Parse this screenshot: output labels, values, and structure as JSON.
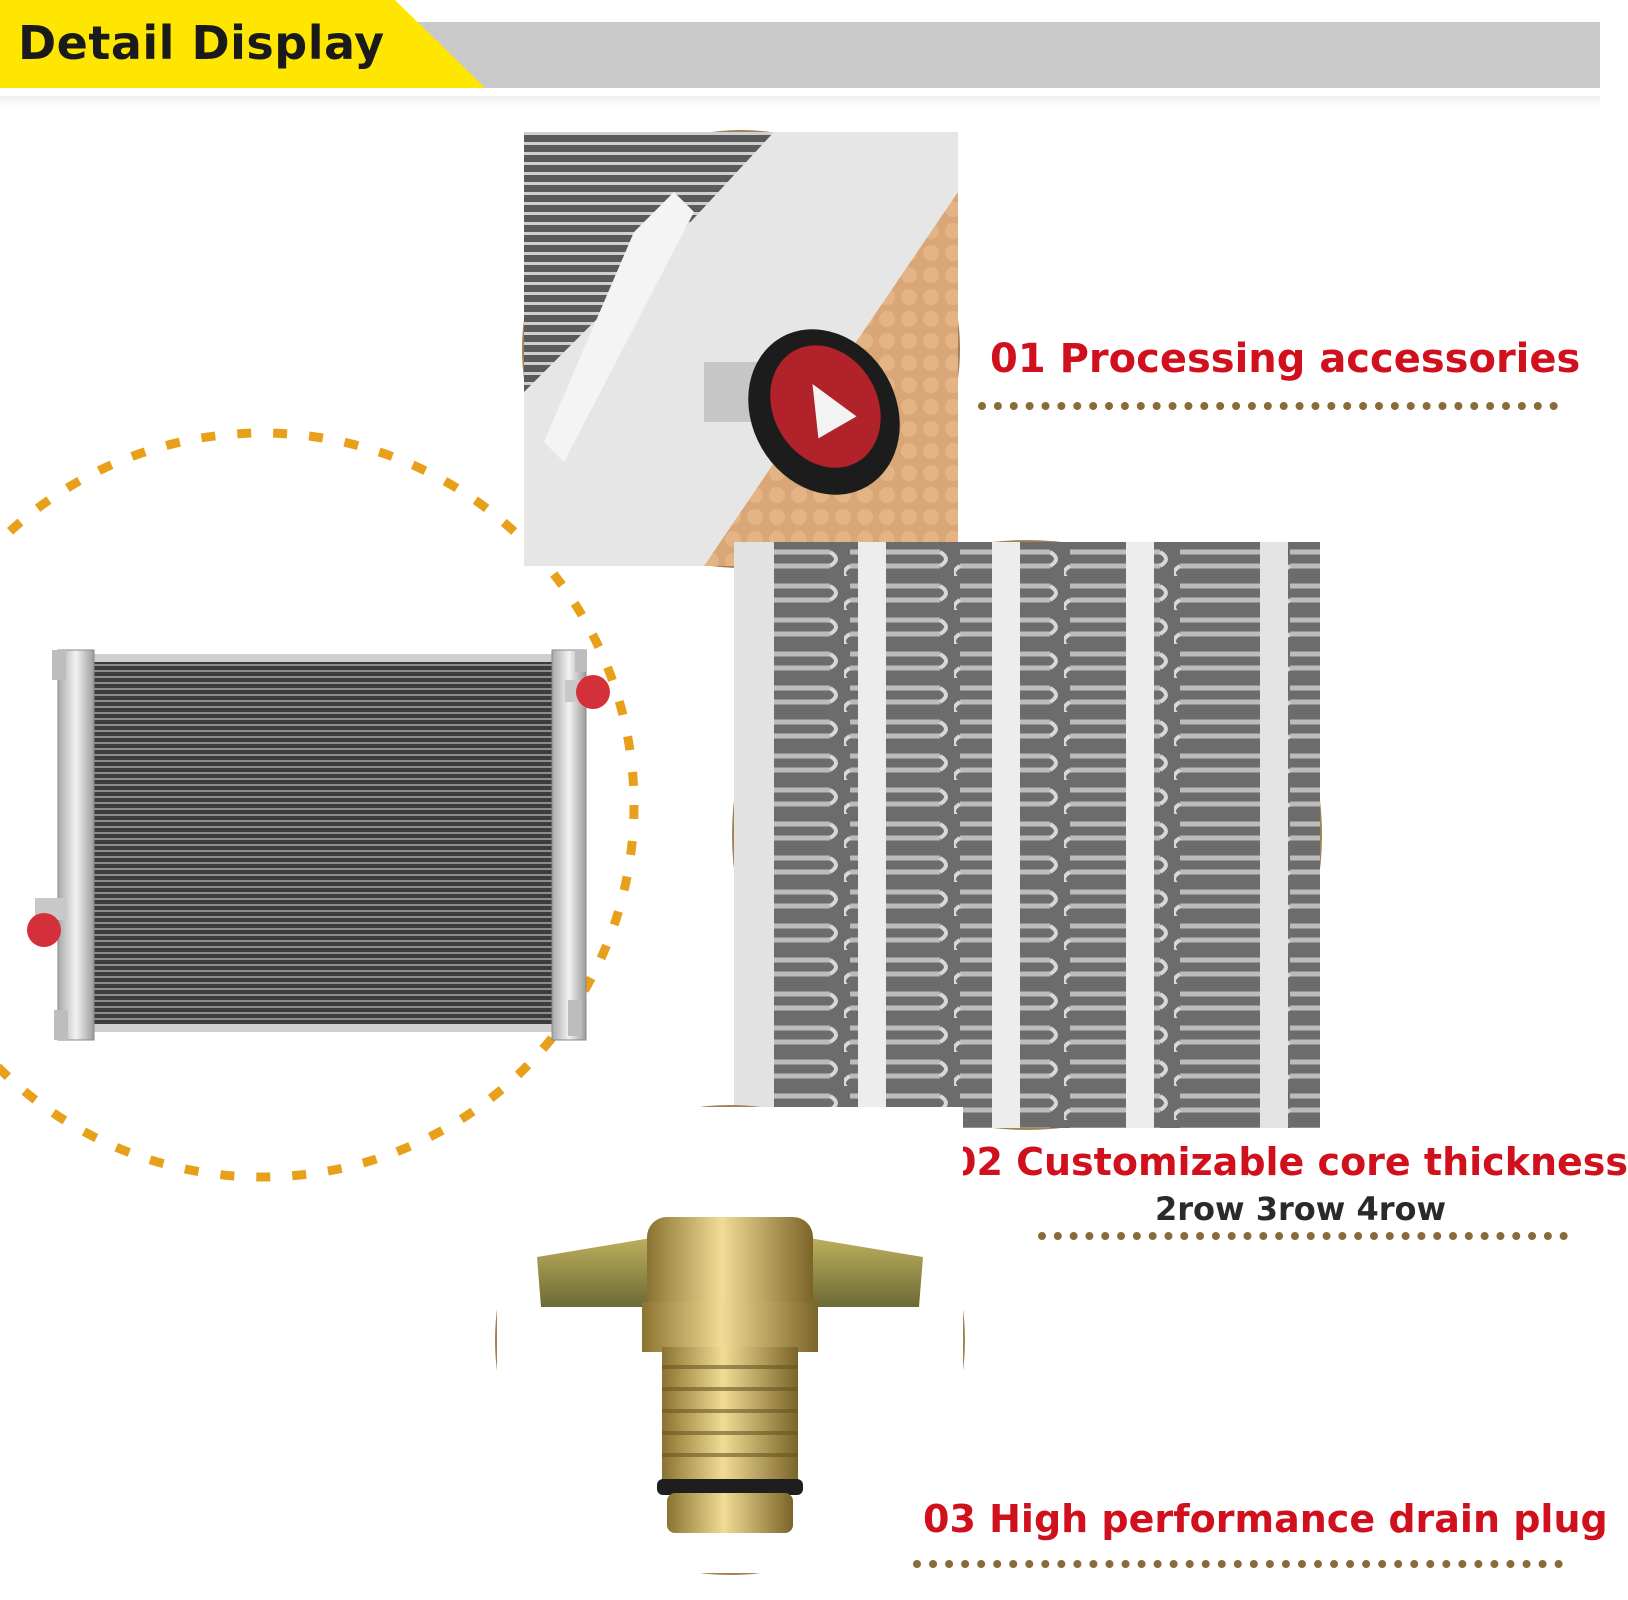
{
  "header": {
    "title": "Detail Display",
    "tab_color": "#ffe600",
    "band_color": "#c9c9c9"
  },
  "features": [
    {
      "label": "01 Processing accessories"
    },
    {
      "label": "02 Customizable core thickness",
      "sub_label": "2row 3row 4row"
    },
    {
      "label": "03 High performance drain plug"
    }
  ],
  "colors": {
    "label_red": "#d0101c",
    "ring_brown": "#a48154",
    "dash_orange": "#e8a01a",
    "cap_red": "#d4303a"
  },
  "images": {
    "main": "radiator-product-photo",
    "detail_1": "radiator-cap-closeup",
    "detail_2": "core-fins-closeup",
    "detail_3": "brass-drain-plug-closeup"
  }
}
